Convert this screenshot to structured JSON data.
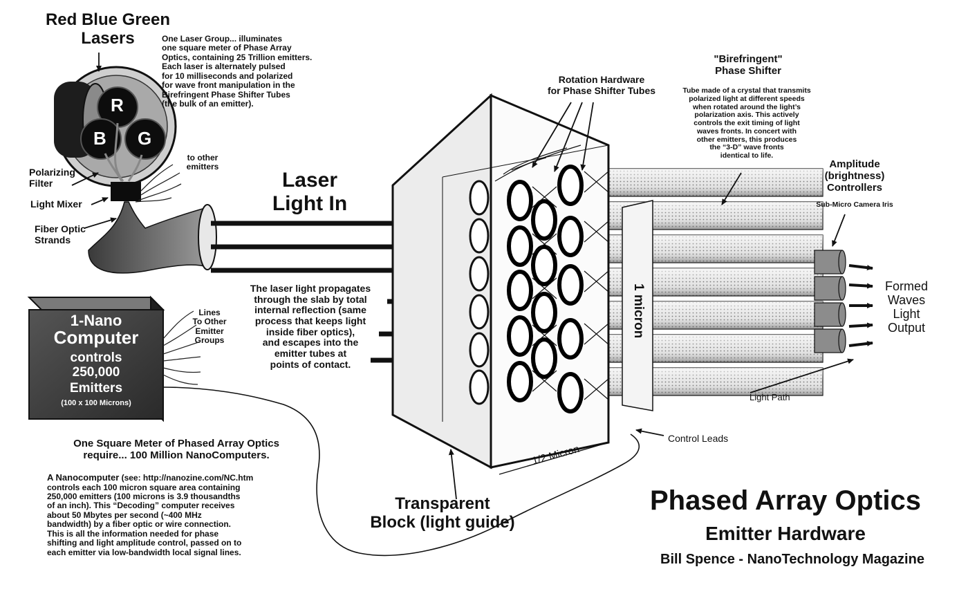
{
  "lasers": {
    "title": "Red Blue Green\nLasers",
    "description": "One Laser Group... illuminates\none square meter of Phase Array\nOptics, containing 25 Trillion emitters.\nEach laser is alternately pulsed\nfor 10 milliseconds and polarized\nfor wave front manipulation in the\nBirefringent Phase Shifter Tubes\n(the bulk of an emitter).",
    "letters": [
      "R",
      "B",
      "G"
    ],
    "polarizing_filter": "Polarizing\nFilter",
    "light_mixer": "Light Mixer",
    "fiber_optic": "Fiber Optic\nStrands",
    "to_other_emitters": "to other\nemitters"
  },
  "laser_light": {
    "title": "Laser\nLight In",
    "description": "The laser light propagates\nthrough the slab by total\ninternal reflection (same\nprocess that keeps light\ninside fiber optics),\nand escapes into the\nemitter tubes at\npoints of contact."
  },
  "computer": {
    "line1": "1-Nano",
    "line2": "Computer",
    "line3": "controls",
    "line4": "250,000",
    "line5": "Emitters",
    "line6": "(100 x 100 Microns)",
    "lines_label": "Lines\nTo Other\nEmitter\nGroups"
  },
  "requirements": {
    "title": "One Square Meter of Phased Array Optics\nrequire... 100 Million NanoComputers.",
    "body_lead": "A Nanocomputer",
    "body": " (see: http://nanozine.com/NC.htm\ncontrols each 100 micron square area containing\n250,000 emitters (100 microns is 3.9 thousandths\nof an inch).  This “Decoding” computer receives\nabout 50 Mbytes per second (~400 MHz\nbandwidth) by a fiber optic or wire connection.\nThis is all the information needed for phase\nshifting and light amplitude control, passed on to\neach emitter via low-bandwidth local signal lines."
  },
  "rotation_hardware": "Rotation Hardware\nfor Phase Shifter Tubes",
  "birefringent": {
    "title": "\"Birefringent\"\nPhase Shifter",
    "description": "Tube made of a crystal that transmits\npolarized light at different speeds\nwhen rotated around the light’s\npolarization axis. This actively\ncontrols the exit timing of light\nwaves fronts. In concert with\nother emitters, this produces\nthe “3-D” wave fronts\nidentical to life."
  },
  "amplitude": {
    "title": "Amplitude\n(brightness)\nControllers",
    "subtitle": "Sub-Micro Camera Iris"
  },
  "output": "Formed\nWaves\nLight\nOutput",
  "light_path": "Light Path",
  "one_micron": "1 micron",
  "half_micron": "1/2 Micron",
  "control_leads": "Control Leads",
  "block": "Transparent\nBlock (light guide)",
  "footer": {
    "title": "Phased Array Optics",
    "subtitle": "Emitter Hardware",
    "credit": "Bill Spence - NanoTechnology Magazine"
  }
}
